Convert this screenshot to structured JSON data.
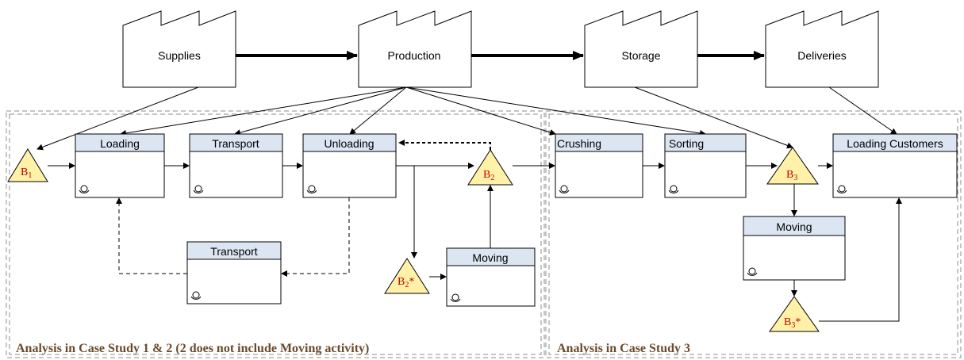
{
  "facilities": [
    {
      "id": "supplies",
      "label": "Supplies"
    },
    {
      "id": "production",
      "label": "Production"
    },
    {
      "id": "storage",
      "label": "Storage"
    },
    {
      "id": "deliveries",
      "label": "Deliveries"
    }
  ],
  "activities": [
    {
      "id": "loading",
      "label": "Loading"
    },
    {
      "id": "transport1",
      "label": "Transport"
    },
    {
      "id": "unloading",
      "label": "Unloading"
    },
    {
      "id": "transport2",
      "label": "Transport"
    },
    {
      "id": "moving1",
      "label": "Moving"
    },
    {
      "id": "crushing",
      "label": "Crushing"
    },
    {
      "id": "sorting",
      "label": "Sorting"
    },
    {
      "id": "loading-customers",
      "label": "Loading Customers"
    },
    {
      "id": "moving2",
      "label": "Moving"
    }
  ],
  "buffers": [
    {
      "id": "b1",
      "letter": "B",
      "sub": "1",
      "suffix": ""
    },
    {
      "id": "b2",
      "letter": "B",
      "sub": "2",
      "suffix": ""
    },
    {
      "id": "b2s",
      "letter": "B",
      "sub": "2",
      "suffix": "*"
    },
    {
      "id": "b3",
      "letter": "B",
      "sub": "3",
      "suffix": ""
    },
    {
      "id": "b3s",
      "letter": "B",
      "sub": "3",
      "suffix": "*"
    }
  ],
  "regions": [
    {
      "id": "case12",
      "label": "Analysis in Case Study 1 & 2 (2 does not include Moving activity)"
    },
    {
      "id": "case3",
      "label": "Analysis in Case Study 3"
    }
  ],
  "colors": {
    "activity_header": "#dce6f2",
    "buffer_fill": "#fff2a8",
    "buffer_text": "#c00000",
    "region_text": "#6b4a2a",
    "line": "#000000",
    "dashed_box": "#8c8c8c"
  }
}
